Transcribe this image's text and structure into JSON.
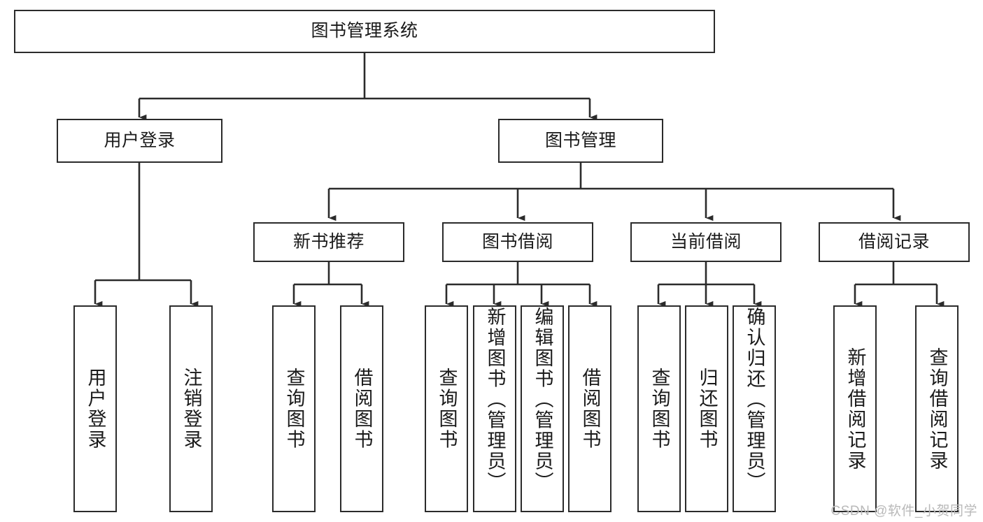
{
  "diagram": {
    "title": "图书管理系统",
    "watermark": "CSDN @软件_小贺同学",
    "line_color": "#2b2b2b",
    "box_fill": "#ffffff",
    "text_color": "#1a1a1a",
    "levels": {
      "level1": {
        "label": "图书管理系统"
      },
      "level2": [
        {
          "label": "用户登录"
        },
        {
          "label": "图书管理"
        }
      ],
      "level3": [
        {
          "label": "新书推荐"
        },
        {
          "label": "图书借阅"
        },
        {
          "label": "当前借阅"
        },
        {
          "label": "借阅记录"
        }
      ],
      "level4": [
        {
          "label": "用户登录",
          "parent": "用户登录"
        },
        {
          "label": "注销登录",
          "parent": "用户登录"
        },
        {
          "label": "查询图书",
          "parent": "新书推荐"
        },
        {
          "label": "借阅图书",
          "parent": "新书推荐"
        },
        {
          "label": "查询图书",
          "parent": "图书借阅"
        },
        {
          "label": "新增图书（管理员）",
          "parent": "图书借阅"
        },
        {
          "label": "编辑图书（管理员）",
          "parent": "图书借阅"
        },
        {
          "label": "借阅图书",
          "parent": "图书借阅"
        },
        {
          "label": "查询图书",
          "parent": "当前借阅"
        },
        {
          "label": "归还图书",
          "parent": "当前借阅"
        },
        {
          "label": "确认归还（管理员）",
          "parent": "当前借阅"
        },
        {
          "label": "新增借阅记录",
          "parent": "借阅记录"
        },
        {
          "label": "查询借阅记录",
          "parent": "借阅记录"
        }
      ]
    }
  }
}
